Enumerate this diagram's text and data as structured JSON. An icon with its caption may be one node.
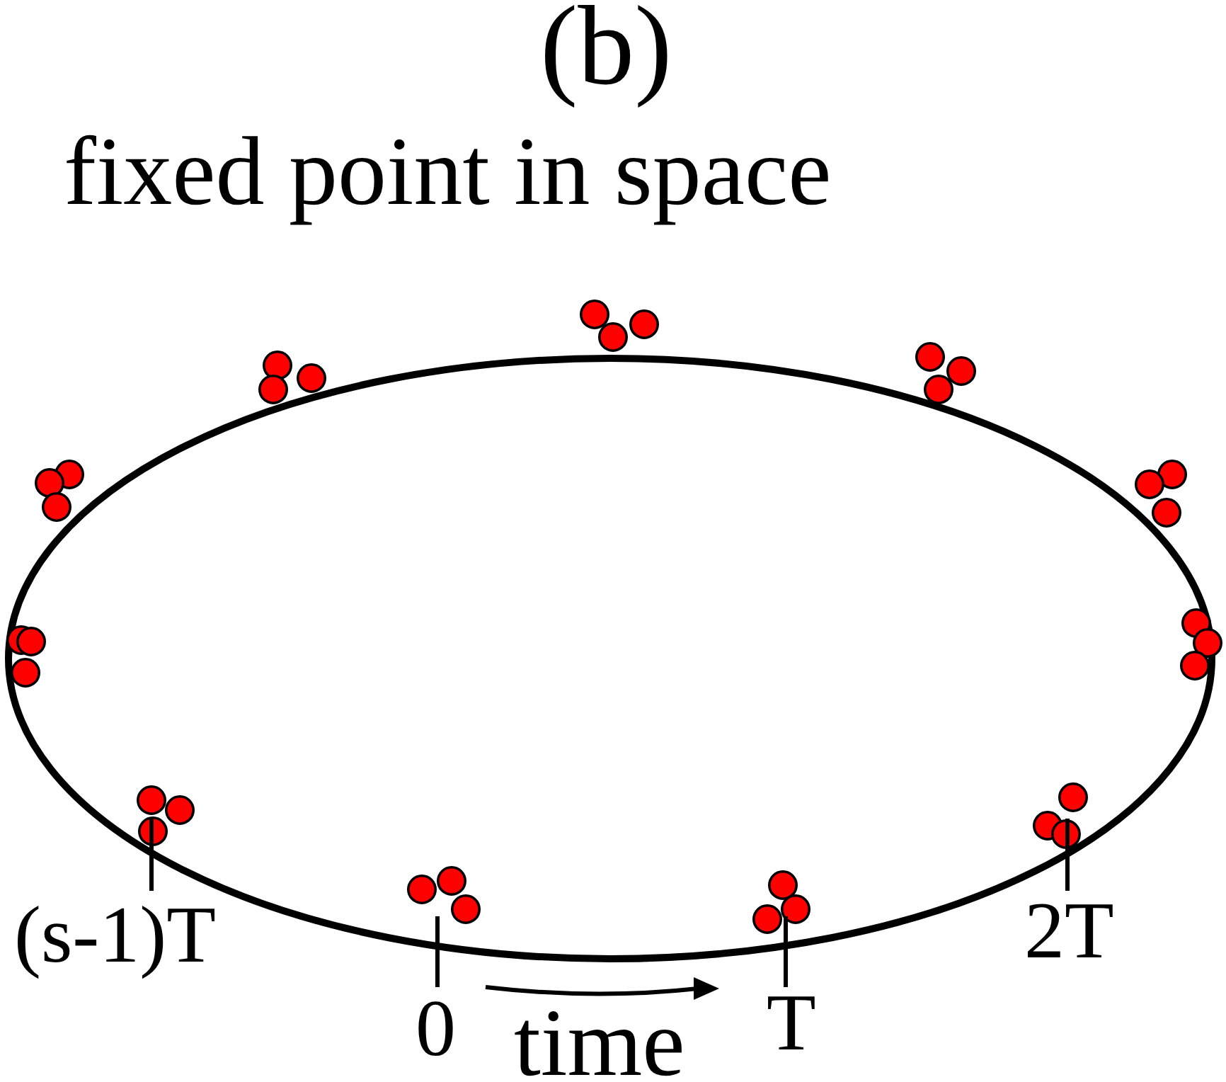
{
  "diagram": {
    "title": "(b)",
    "labels": [
      "fixed point in space",
      "(s-1)T",
      "0",
      "time",
      "T",
      "2T"
    ]
  }
}
